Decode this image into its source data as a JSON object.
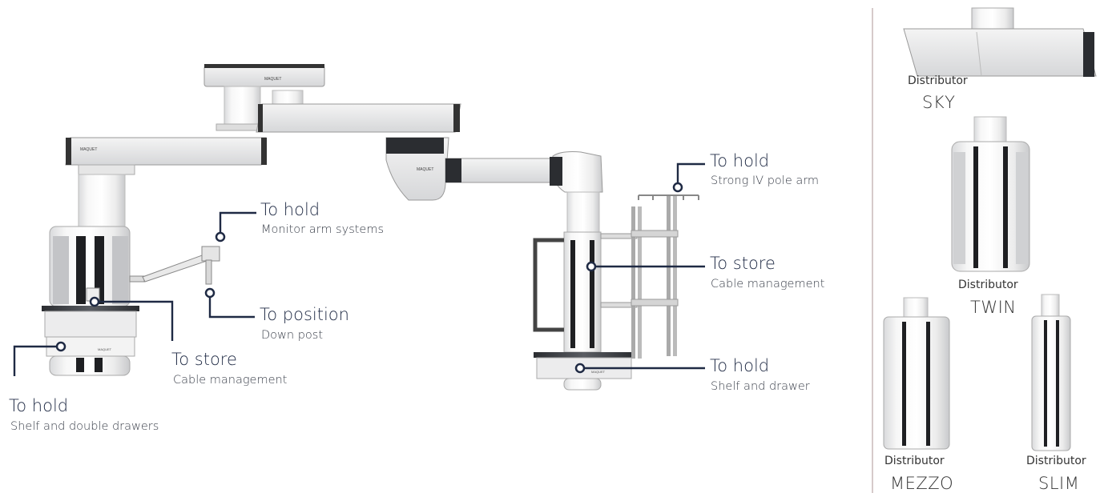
{
  "diagram": {
    "line_color": "#1f2a44",
    "callouts": [
      {
        "id": "monitor",
        "title": "To hold",
        "subtitle": "Monitor arm systems"
      },
      {
        "id": "downpost",
        "title": "To position",
        "subtitle": "Down post"
      },
      {
        "id": "cable-left",
        "title": "To store",
        "subtitle": "Cable management"
      },
      {
        "id": "shelf-left",
        "title": "To hold",
        "subtitle": "Shelf and double drawers"
      },
      {
        "id": "iv-pole",
        "title": "To hold",
        "subtitle": "Strong IV pole arm"
      },
      {
        "id": "cable-right",
        "title": "To store",
        "subtitle": "Cable management"
      },
      {
        "id": "shelf-right",
        "title": "To hold",
        "subtitle": "Shelf and drawer"
      }
    ],
    "brand_marks": [
      "MAQUET",
      "MAQUET",
      "MAQUET",
      "MAQUET",
      "MAQUET"
    ]
  },
  "distributors": {
    "prefix": "Distributor",
    "items": [
      {
        "id": "sky",
        "name": "SKY"
      },
      {
        "id": "twin",
        "name": "TWIN"
      },
      {
        "id": "mezzo",
        "name": "MEZZO"
      },
      {
        "id": "slim",
        "name": "SLIM"
      }
    ]
  }
}
